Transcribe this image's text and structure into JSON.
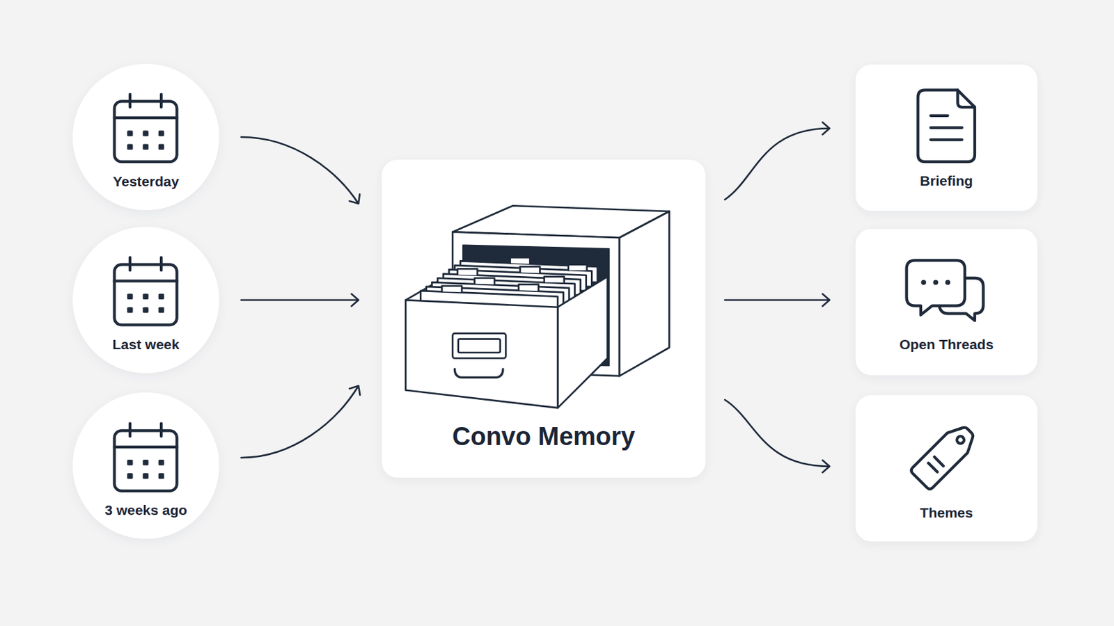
{
  "diagram": {
    "nodes": [
      {
        "text": [
          "Yesterday"
        ]
      },
      {
        "text": [
          "Last week"
        ]
      },
      {
        "text": [
          "3 weeks ago"
        ]
      },
      {
        "text": [
          "Convo Memory"
        ]
      },
      {
        "text": [
          "Briefing"
        ]
      },
      {
        "text": [
          "Open Threads"
        ]
      },
      {
        "text": [
          "Themes"
        ]
      }
    ],
    "edges": [
      {
        "from": 0,
        "to": 3,
        "arrow": "to"
      },
      {
        "from": 1,
        "to": 3,
        "arrow": "to"
      },
      {
        "from": 2,
        "to": 3,
        "arrow": "to"
      },
      {
        "from": 3,
        "to": 4,
        "arrow": "to"
      },
      {
        "from": 3,
        "to": 5,
        "arrow": "to"
      },
      {
        "from": 3,
        "to": 6,
        "arrow": "to"
      }
    ]
  }
}
